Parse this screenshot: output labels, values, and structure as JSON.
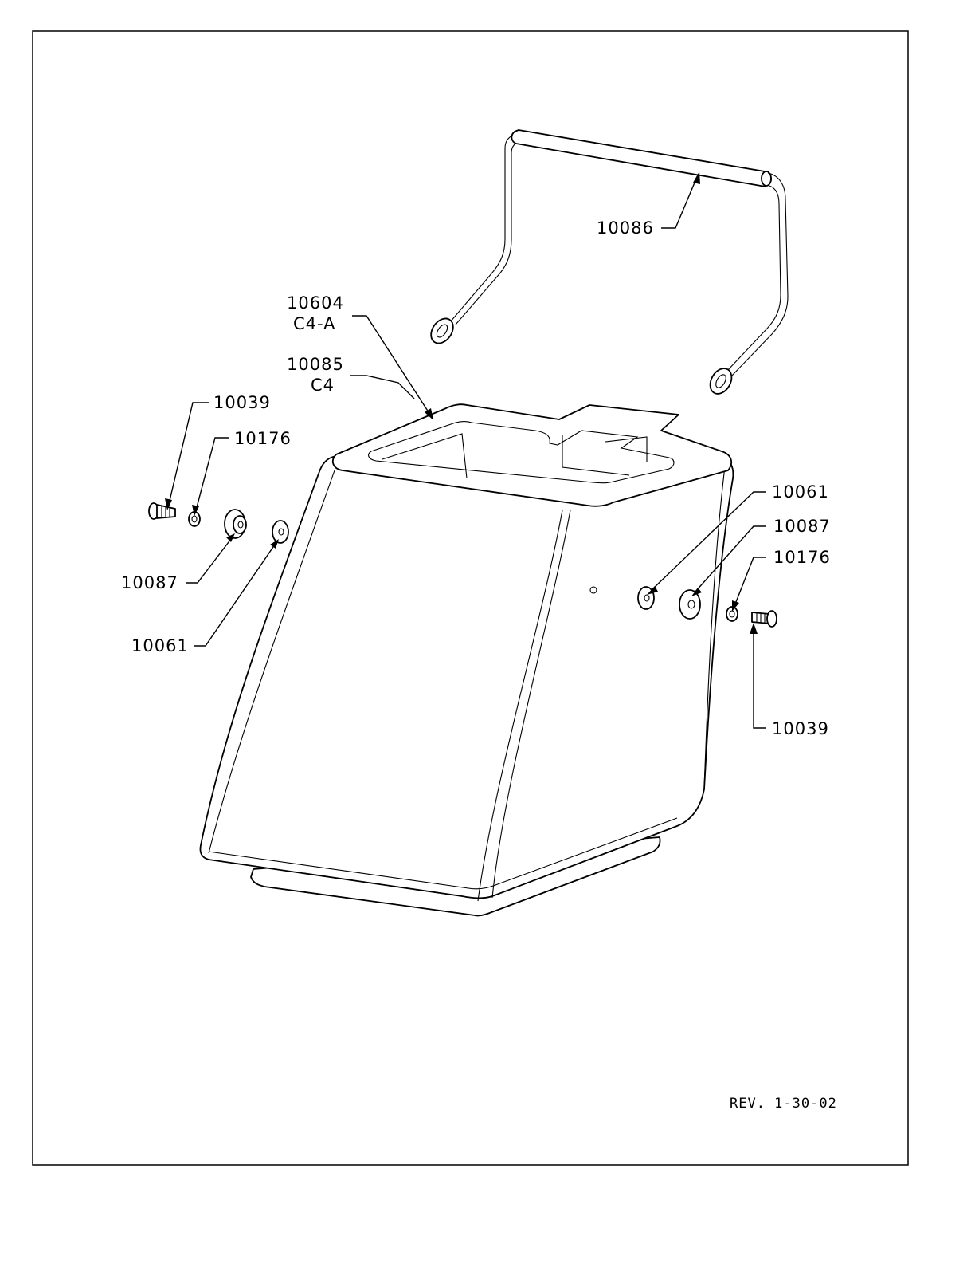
{
  "revision": "REV. 1-30-02",
  "callouts": {
    "bail_handle": "10086",
    "rim_part_line1": "10604",
    "rim_part_line2": "C4-A",
    "body_part_line1": "10085",
    "body_part_line2": "C4",
    "left_screw": "10039",
    "left_lock_washer": "10176",
    "left_bushing": "10087",
    "left_flat_washer": "10061",
    "right_flat_washer": "10061",
    "right_bushing": "10087",
    "right_lock_washer": "10176",
    "right_screw": "10039"
  }
}
